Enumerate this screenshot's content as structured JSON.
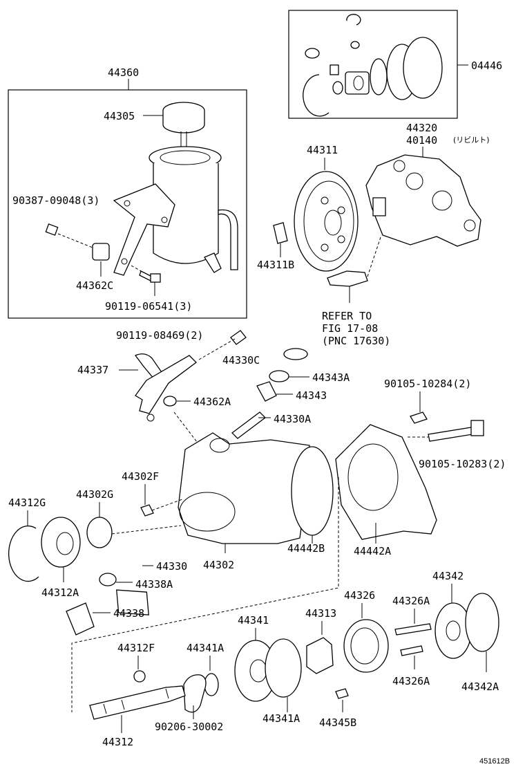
{
  "diagram": {
    "labels": {
      "l04446": "04446",
      "l44360": "44360",
      "l44305": "44305",
      "l90387": "90387-09048(3)",
      "l44362c": "44362C",
      "l90119a": "90119-06541(3)",
      "l44320": "44320",
      "l40140": "40140",
      "l40140jp": "(リビルト)",
      "l44311": "44311",
      "l44311b": "44311B",
      "ref1": "REFER TO",
      "ref2": "FIG 17-08",
      "ref3": "(PNC 17630)",
      "l90119b": "90119-08469(2)",
      "l44330c": "44330C",
      "l44337": "44337",
      "l44343a": "44343A",
      "l44343": "44343",
      "l90105a": "90105-10284(2)",
      "l44362a": "44362A",
      "l44330a": "44330A",
      "l90105b": "90105-10283(2)",
      "l44302f": "44302F",
      "l44312g": "44312G",
      "l44302g": "44302G",
      "l44330": "44330",
      "l44302": "44302",
      "l44442b": "44442B",
      "l44442a": "44442A",
      "l44312a": "44312A",
      "l44338a": "44338A",
      "l44338": "44338",
      "l44342": "44342",
      "l44326": "44326",
      "l44326a1": "44326A",
      "l44341": "44341",
      "l44313": "44313",
      "l44312f": "44312F",
      "l44341a1": "44341A",
      "l44326a2": "44326A",
      "l44342a": "44342A",
      "l90206": "90206-30002",
      "l44341a2": "44341A",
      "l44345b": "44345B",
      "l44312": "44312",
      "code": "451612B"
    }
  }
}
